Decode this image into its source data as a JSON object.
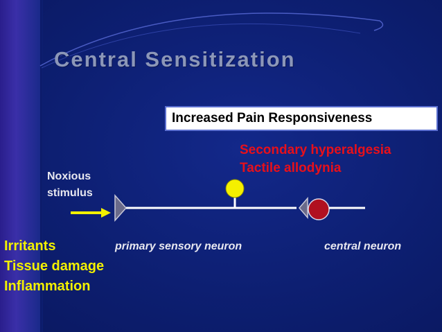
{
  "slide": {
    "title": "Central Sensitization",
    "box_label": "Increased Pain Responsiveness",
    "secondary": [
      "Secondary hyperalgesia",
      "Tactile allodynia"
    ],
    "stimulus": [
      "Noxious",
      "stimulus"
    ],
    "primary_neuron_label": "primary sensory neuron",
    "central_neuron_label": "central neuron",
    "causes": [
      "Irritants",
      "Tissue damage",
      "Inflammation"
    ]
  },
  "colors": {
    "background": "#0d1f72",
    "title": "#8c97b8",
    "red_text": "#e8101a",
    "yellow_text": "#f2f000",
    "neuron_soma_yellow": "#f5f000",
    "neuron_soma_red": "#b01020"
  }
}
